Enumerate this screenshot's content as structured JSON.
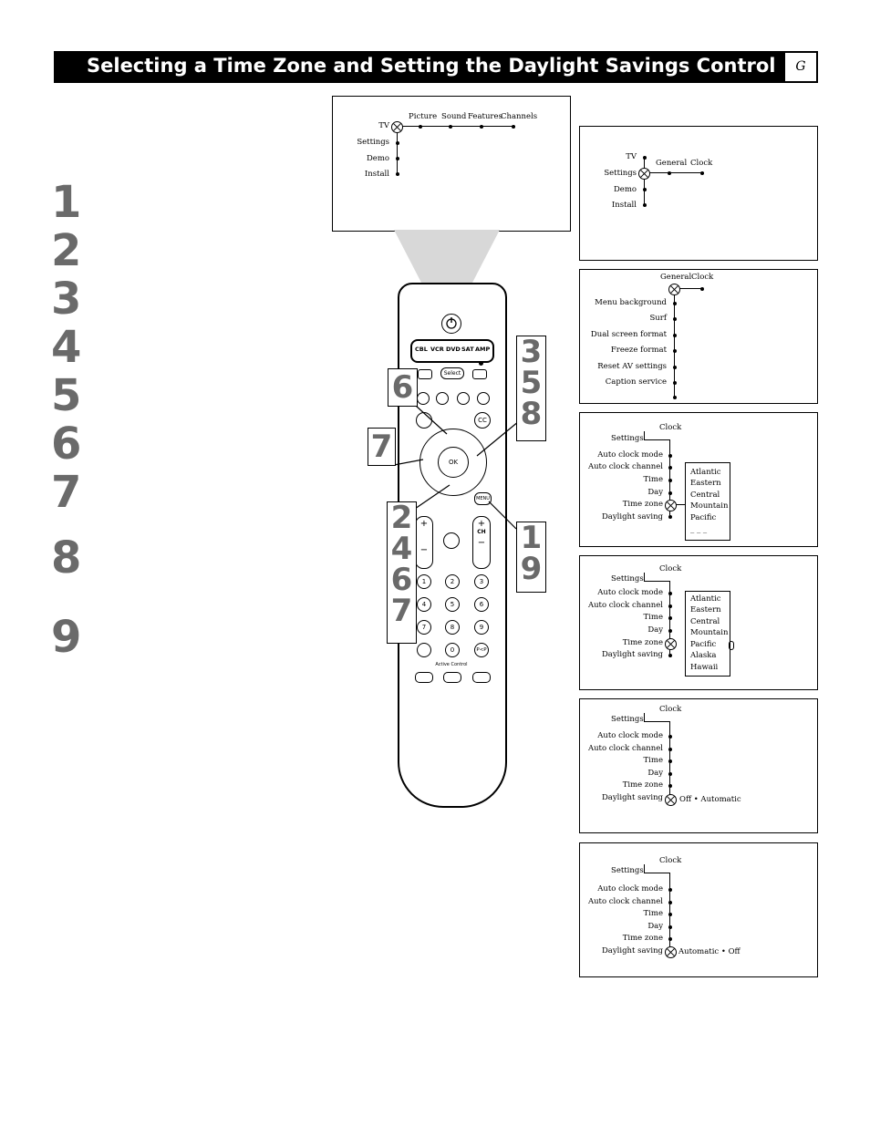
{
  "header": {
    "title": "Selecting a Time Zone and Setting the Daylight Savings Control",
    "tag": "G"
  },
  "steps": [
    "1",
    "2",
    "3",
    "4",
    "5",
    "6",
    "7",
    "8",
    "9"
  ],
  "tv_menu": {
    "items": [
      "TV",
      "Settings",
      "Demo",
      "Install"
    ],
    "tabs": [
      "Picture",
      "Sound",
      "Features",
      "Channels"
    ]
  },
  "settings_menu": {
    "items": [
      "TV",
      "Settings",
      "Demo",
      "Install"
    ],
    "tabs": [
      "General",
      "Clock"
    ]
  },
  "general_menu": {
    "tabs": [
      "General",
      "Clock"
    ],
    "items": [
      "Menu background",
      "Surf",
      "Dual screen format",
      "Freeze format",
      "Reset AV settings",
      "Caption service"
    ]
  },
  "clock_menu": {
    "clock_label": "Clock",
    "settings_label": "Settings",
    "items": [
      "Auto clock mode",
      "Auto clock channel",
      "Time",
      "Day",
      "Time zone",
      "Daylight saving"
    ]
  },
  "timezones_short": [
    "Atlantic",
    "Eastern",
    "Central",
    "Mountain",
    "Pacific",
    "_ _ _"
  ],
  "timezones_full": [
    "Atlantic",
    "Eastern",
    "Central",
    "Mountain",
    "Pacific",
    "Alaska",
    "Hawaii"
  ],
  "daylight_options_a": "Off  •  Automatic",
  "daylight_options_b": "Automatic  •  Off",
  "remote": {
    "source_buttons": [
      "CBL",
      "VCR",
      "DVD",
      "SAT",
      "AMP"
    ],
    "select_label": "Select",
    "ok_label": "OK",
    "cc_label": "CC",
    "menu_label": "MENU",
    "ch_label": "CH",
    "digits": [
      "1",
      "2",
      "3",
      "4",
      "5",
      "6",
      "7",
      "8",
      "9",
      "0"
    ],
    "pp_label": "P<P",
    "active_control_label": "Active Control"
  },
  "callouts": {
    "c358": [
      "3",
      "5",
      "8"
    ],
    "c6": "6",
    "c7": "7",
    "c2467": [
      "2",
      "4",
      "6",
      "7"
    ],
    "c19": [
      "1",
      "9"
    ]
  }
}
